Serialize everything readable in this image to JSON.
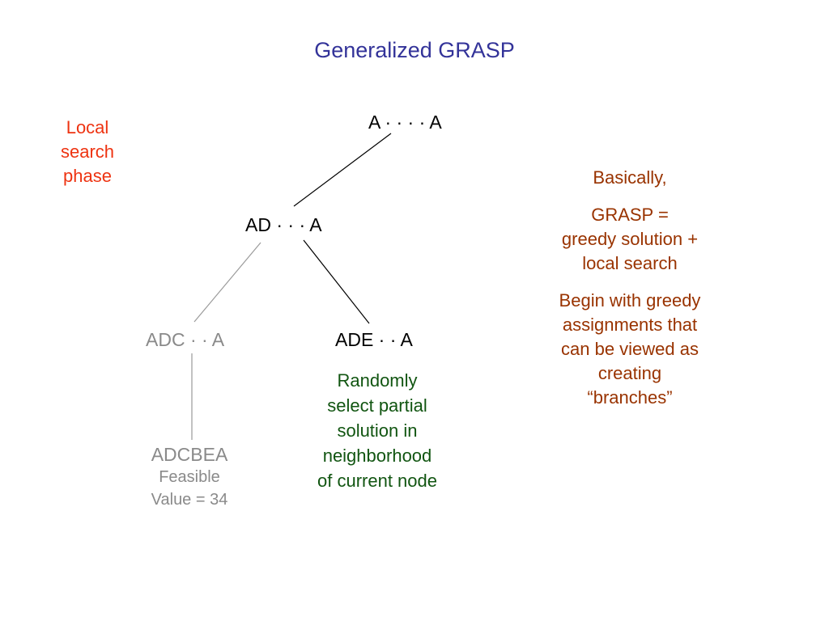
{
  "title": "Generalized GRASP",
  "colors": {
    "title": "#333399",
    "local_search": "#ee3311",
    "random_note": "#115511",
    "right_note": "#993300",
    "greyed": "#8a8a8a",
    "edge_active": "#000000",
    "edge_greyed": "#9a9a9a"
  },
  "tree": {
    "root": "A · · · · A",
    "level1": "AD · · · A",
    "left_child": "ADC · · A",
    "right_child": "ADE · · A",
    "leaf": {
      "name": "ADCBEA",
      "status": "Feasible",
      "value": "Value = 34"
    }
  },
  "local_search_label": [
    "Local",
    "search",
    "phase"
  ],
  "random_note": [
    "Randomly",
    "select partial",
    "solution in",
    "neighborhood",
    "of current node"
  ],
  "right_note": {
    "line1": "Basically,",
    "grasp_lines": [
      "GRASP =",
      "greedy solution +",
      "local search"
    ],
    "greedy_lines": [
      "Begin with greedy",
      "assignments that",
      "can be viewed as",
      "creating",
      "“branches”"
    ]
  }
}
